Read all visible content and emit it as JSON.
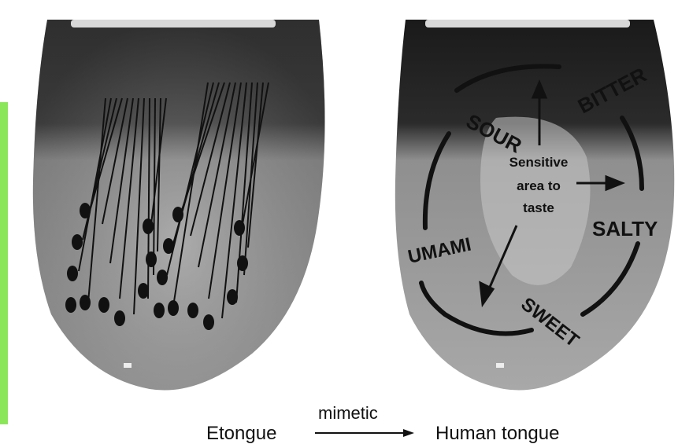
{
  "accent_green": "#8ce65a",
  "left_panel": {
    "name": "Etongue"
  },
  "right_panel": {
    "tastes": {
      "sour": "SOUR",
      "bitter": "BITTER",
      "salty": "SALTY",
      "umami": "UMAMI",
      "sweet": "SWEET"
    },
    "center_label_lines": [
      "Sensitive",
      "area to",
      "taste"
    ]
  },
  "caption": {
    "left": "Etongue",
    "arrow_label": "mimetic",
    "right": "Human tongue"
  }
}
